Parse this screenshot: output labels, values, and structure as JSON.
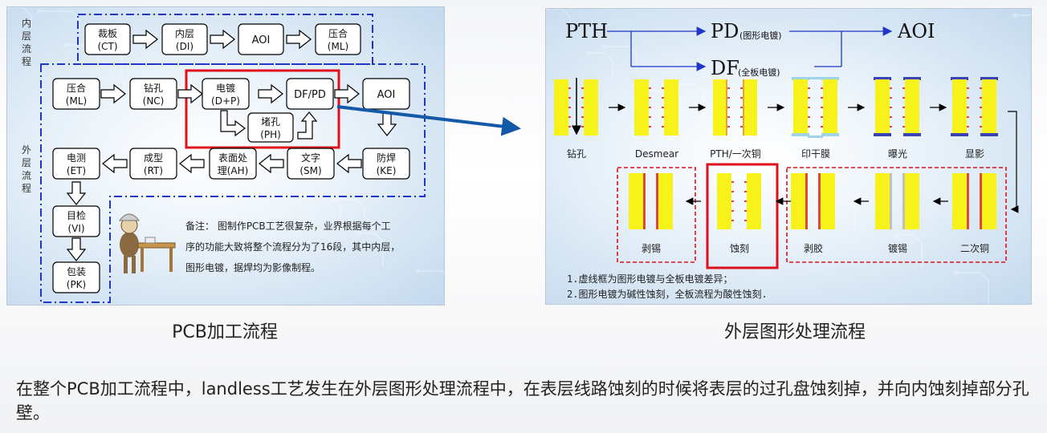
{
  "left_panel": {
    "section_inner": [
      "内",
      "层",
      "流",
      "程"
    ],
    "section_outer": [
      "外",
      "层",
      "流",
      "程"
    ],
    "row1": [
      {
        "l1": "裁板",
        "l2": "(CT)"
      },
      {
        "l1": "内层",
        "l2": "(DI)"
      },
      {
        "l1": "AOI",
        "l2": ""
      },
      {
        "l1": "压合",
        "l2": "(ML)"
      }
    ],
    "row2": [
      {
        "l1": "压合",
        "l2": "(ML)"
      },
      {
        "l1": "钻孔",
        "l2": "(NC)"
      },
      {
        "l1": "电镀",
        "l2": "(D+P)"
      },
      {
        "l1": "DF/PD",
        "l2": ""
      },
      {
        "l1": "AOI",
        "l2": ""
      }
    ],
    "plug": {
      "l1": "堵孔",
      "l2": "(PH)"
    },
    "row3": [
      {
        "l1": "电测",
        "l2": "(ET)"
      },
      {
        "l1": "成型",
        "l2": "(RT)"
      },
      {
        "l1": "表面处",
        "l2": "理(AH)"
      },
      {
        "l1": "文字",
        "l2": "(SM)"
      },
      {
        "l1": "防焊",
        "l2": "(KE)"
      }
    ],
    "col": [
      {
        "l1": "目检",
        "l2": "(VI)"
      },
      {
        "l1": "包装",
        "l2": "(PK)"
      }
    ],
    "note": [
      "备注： 图制作PCB工艺很复杂，业界根据每个工",
      "序的功能大致将整个流程分为了16段，其中内层，",
      "图形电镀，据焊均为影像制程。"
    ]
  },
  "right_panel": {
    "top_flow": {
      "pth": "PTH",
      "pd": "PD",
      "pd_sub": "(图形电镀)",
      "aoi": "AOI",
      "df": "DF",
      "df_sub": "(全板电镀)"
    },
    "row1_labels": [
      "钻孔",
      "Desmear",
      "PTH/一次铜",
      "印干膜",
      "曝光",
      "显影"
    ],
    "row2_labels": [
      "剥锡",
      "蚀刻",
      "剥胶",
      "镀锡",
      "二次铜"
    ],
    "notes": [
      "1.虚线框为图形电镀与全板电镀差异；",
      "2.图形电镀为碱性蚀刻，全板流程为酸性蚀刻."
    ]
  },
  "captions": {
    "left": "PCB加工流程",
    "right": "外层图形处理流程"
  },
  "bottom_text": "在整个PCB加工流程中，landless工艺发生在外层图形处理流程中，在表层线路蚀刻的时候将表层的过孔盘蚀刻掉，并向内蚀刻掉部分孔壁。",
  "colors": {
    "highlight": "#e0101b",
    "dashed_blue": "#1f36c8",
    "arrow_blue": "#1458a8",
    "copper_yellow": "#f7f21a",
    "bar_blue": "#3a42b8",
    "pad_red": "#d94a3a"
  }
}
